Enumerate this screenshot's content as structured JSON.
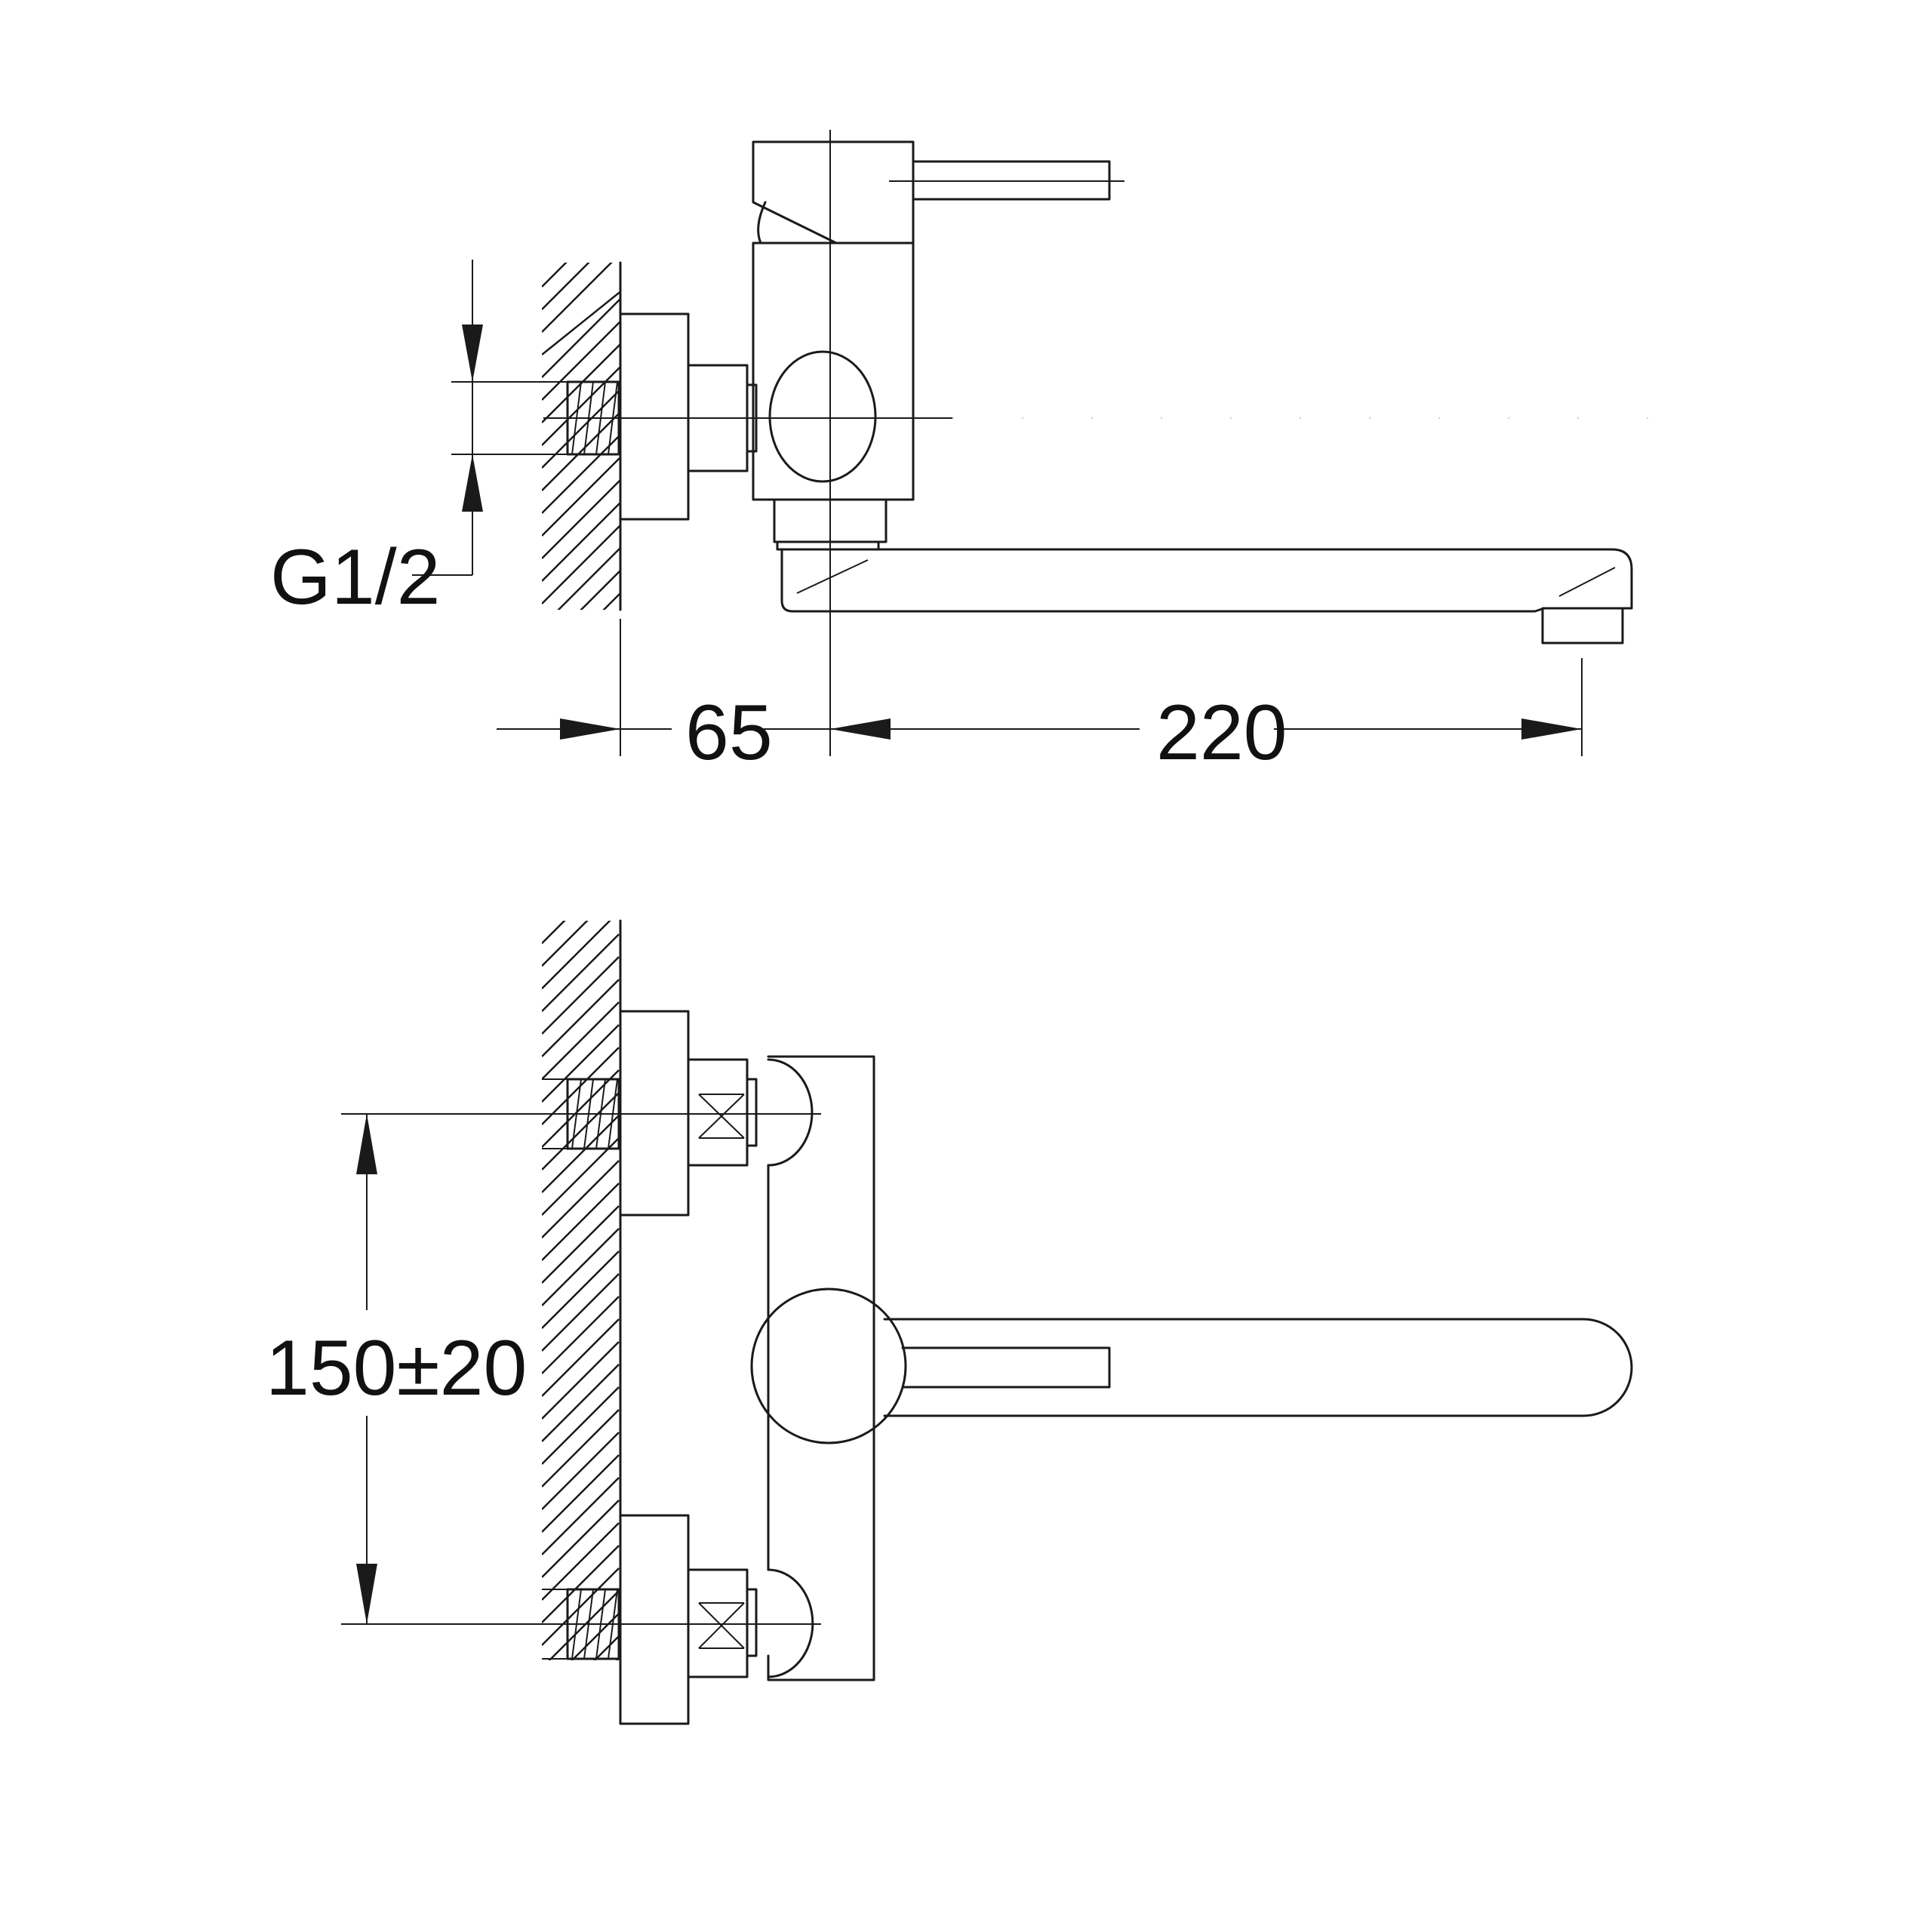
{
  "drawing": {
    "views": [
      "side-view",
      "front-view"
    ],
    "line_color": "#1a1a1a",
    "background": "#ffffff"
  },
  "dimensions": {
    "thread_label": "G1/2",
    "wall_offset": "65",
    "spout_reach": "220",
    "inlet_spacing": "150±20"
  }
}
